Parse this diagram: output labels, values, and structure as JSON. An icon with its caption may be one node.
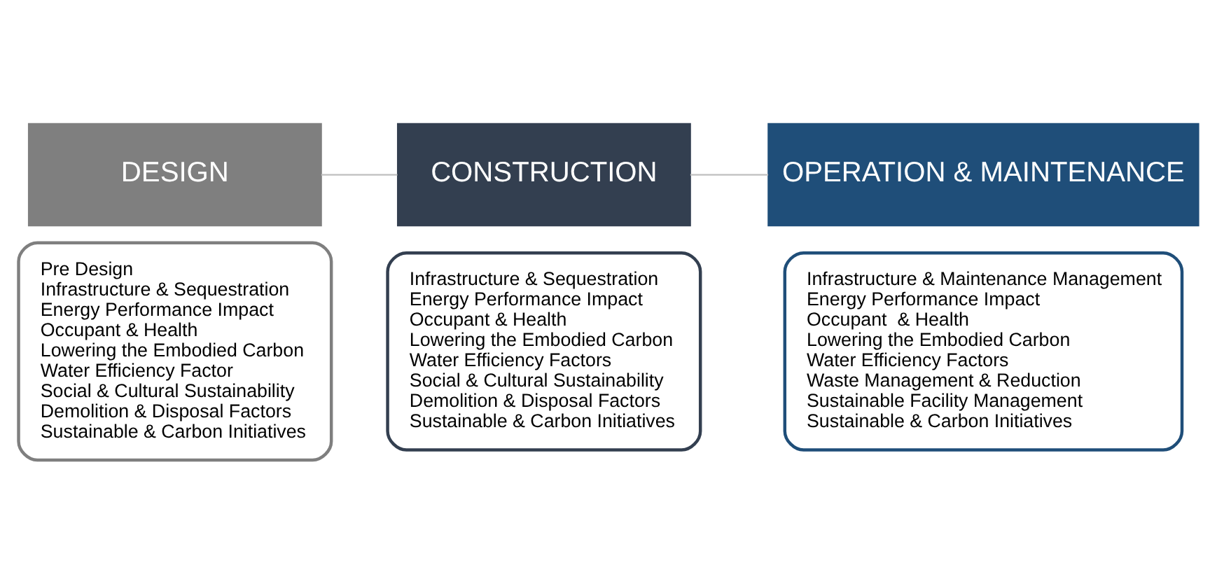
{
  "diagram": {
    "nodes": [
      {
        "text": [
          "DESIGN"
        ]
      },
      {
        "text": [
          "Pre Design",
          "Infrastructure & Sequestration",
          "Energy Performance Impact",
          "Occupant & Health",
          "Lowering the Embodied Carbon",
          "Water Efficiency Factor",
          "Social & Cultural Sustainability",
          "Demolition & Disposal Factors",
          "Sustainable & Carbon Initiatives"
        ]
      },
      {
        "text": [
          "CONSTRUCTION"
        ]
      },
      {
        "text": [
          "Infrastructure & Sequestration",
          "Energy Performance Impact",
          "Occupant & Health",
          "Lowering the Embodied Carbon",
          "Water Efficiency Factors",
          "Social & Cultural Sustainability",
          "Demolition & Disposal Factors",
          "Sustainable & Carbon Initiatives"
        ]
      },
      {
        "text": [
          "OPERATION & MAINTENANCE"
        ]
      },
      {
        "text": [
          "Infrastructure & Maintenance Management",
          "Energy Performance Impact",
          "Occupant  & Health",
          "Lowering the Embodied Carbon",
          "Water Efficiency Factors",
          "Waste Management & Reduction",
          "Sustainable Facility Management",
          "Sustainable & Carbon Initiatives"
        ]
      }
    ],
    "edges": [
      {
        "from": 0,
        "to": 2,
        "arrow": "none"
      },
      {
        "from": 2,
        "to": 4,
        "arrow": "none"
      }
    ]
  }
}
